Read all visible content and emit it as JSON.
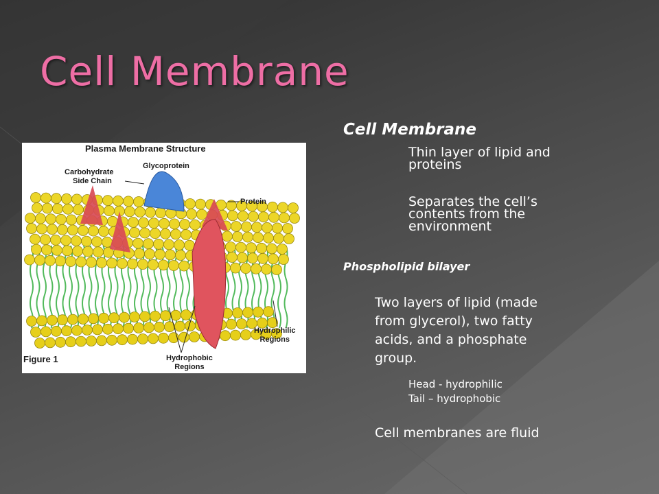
{
  "slide": {
    "title": "Cell Membrane",
    "colors": {
      "title": "#ee6ea5",
      "background": "#4a4a4a",
      "text": "#ffffff"
    }
  },
  "figure": {
    "heading": "Plasma Membrane Structure",
    "labels": {
      "glycoprotein": "Glycoprotein",
      "carbohydrate_line1": "Carbohydrate",
      "carbohydrate_line2": "Side Chain",
      "protein": "Protein",
      "hydrophilic_line1": "Hydrophilic",
      "hydrophilic_line2": "Regions",
      "hydrophobic_line1": "Hydrophobic",
      "hydrophobic_line2": "Regions",
      "figure_number": "Figure 1"
    }
  },
  "content": {
    "heading": "Cell Membrane",
    "item1_line1": "Thin layer of lipid and",
    "item1_line2": "proteins",
    "item2_line1": "Separates the cell’s",
    "item2_line2": "contents from the",
    "item2_line3": "environment",
    "heading2": "Phospholipid bilayer",
    "para_line1": "Two layers of lipid (made",
    "para_line2": "from glycerol), two fatty",
    "para_line3": "acids, and a phosphate",
    "para_line4": "group.",
    "head": "Head - hydrophilic",
    "tail": "Tail – hydrophobic",
    "fluid": "Cell membranes are fluid"
  }
}
